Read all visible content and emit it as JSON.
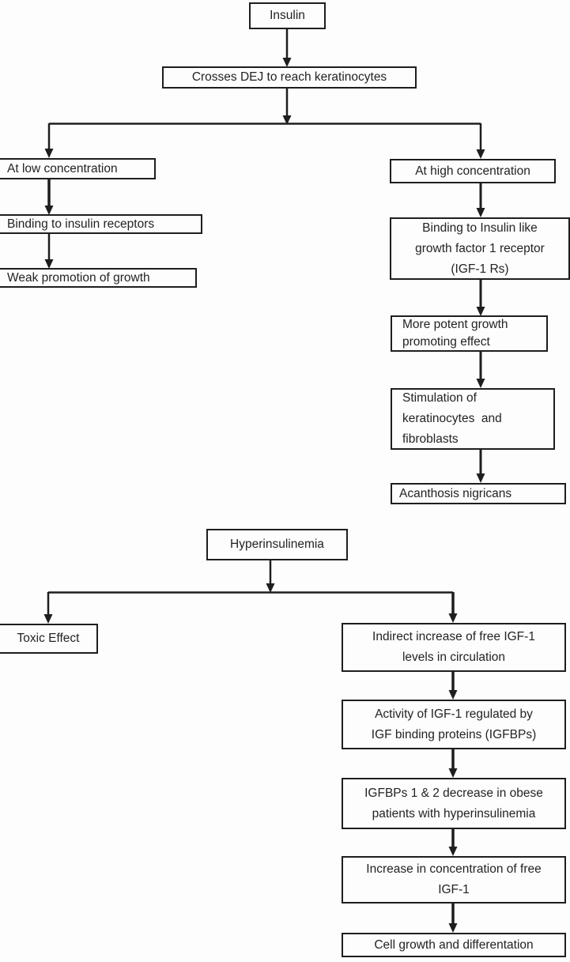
{
  "colors": {
    "background": "#fdfdfd",
    "line": "#1e1e1e",
    "text": "#232323"
  },
  "flowchart_insulin": {
    "insulin": "Insulin",
    "crosses_dej": "Crosses DEJ to reach keratinocytes",
    "at_low_concentration": "At low concentration",
    "binding_insulin_receptors": "Binding to insulin receptors",
    "weak_promotion": "Weak promotion of growth",
    "at_high_concentration": "At high concentration",
    "binding_igf1_receptor": "Binding to Insulin like\ngrowth factor 1 receptor\n(IGF-1 Rs)",
    "more_potent_growth": "More potent growth\npromoting effect",
    "stimulation": "Stimulation of\nkeratinocytes  and\nfibroblasts",
    "acanthosis_nigricans": "Acanthosis nigricans"
  },
  "flowchart_hyperinsulinemia": {
    "hyperinsulinemia": "Hyperinsulinemia",
    "toxic_effect": "Toxic Effect",
    "indirect_increase": "Indirect increase of free IGF-1\nlevels in circulation",
    "activity_regulated": "Activity of IGF-1 regulated by\nIGF binding proteins (IGFBPs)",
    "igfbps_decrease": "IGFBPs 1 & 2 decrease in obese\npatients with hyperinsulinemia",
    "increase_free_igf1": "Increase in concentration of free\nIGF-1",
    "cell_growth": "Cell growth and differentation"
  },
  "edges": [
    {
      "from": "Insulin",
      "to": "Crosses DEJ to reach keratinocytes"
    },
    {
      "from": "Crosses DEJ to reach keratinocytes",
      "to": "At low concentration"
    },
    {
      "from": "Crosses DEJ to reach keratinocytes",
      "to": "At high concentration"
    },
    {
      "from": "At low concentration",
      "to": "Binding to insulin receptors"
    },
    {
      "from": "Binding to insulin receptors",
      "to": "Weak promotion of growth"
    },
    {
      "from": "At high concentration",
      "to": "Binding to Insulin like growth factor 1 receptor (IGF-1 Rs)"
    },
    {
      "from": "Binding to Insulin like growth factor 1 receptor (IGF-1 Rs)",
      "to": "More potent growth promoting effect"
    },
    {
      "from": "More potent growth promoting effect",
      "to": "Stimulation of keratinocytes and fibroblasts"
    },
    {
      "from": "Stimulation of keratinocytes and fibroblasts",
      "to": "Acanthosis nigricans"
    },
    {
      "from": "Hyperinsulinemia",
      "to": "Toxic Effect"
    },
    {
      "from": "Hyperinsulinemia",
      "to": "Indirect increase of free IGF-1 levels in circulation"
    },
    {
      "from": "Indirect increase of free IGF-1 levels in circulation",
      "to": "Activity of IGF-1 regulated by IGF binding proteins (IGFBPs)"
    },
    {
      "from": "Activity of IGF-1 regulated by IGF binding proteins (IGFBPs)",
      "to": "IGFBPs 1 & 2 decrease in obese patients with hyperinsulinemia"
    },
    {
      "from": "IGFBPs 1 & 2 decrease in obese patients with hyperinsulinemia",
      "to": "Increase in concentration of free IGF-1"
    },
    {
      "from": "Increase in concentration of free IGF-1",
      "to": "Cell growth and differentation"
    }
  ]
}
